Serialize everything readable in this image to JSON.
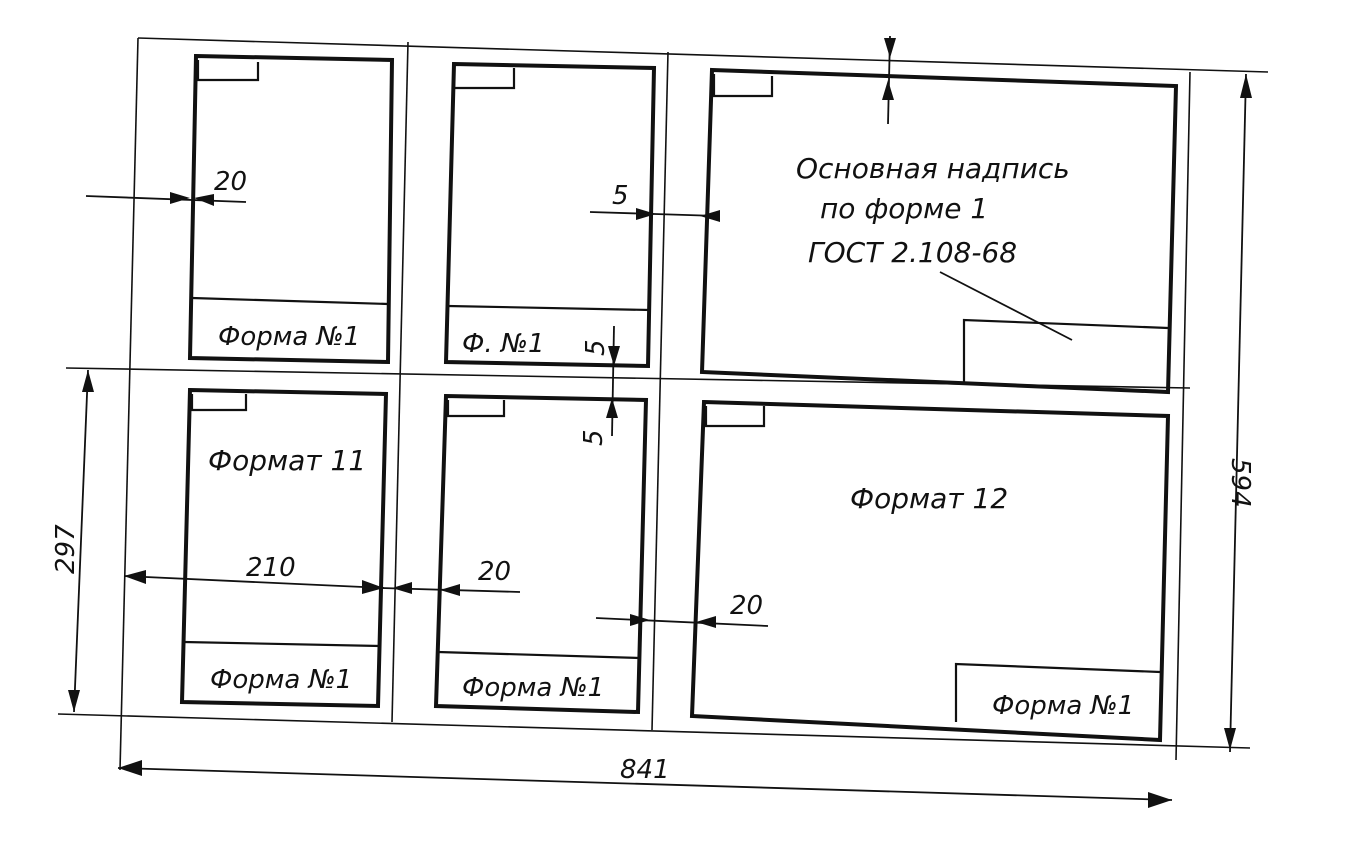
{
  "notes": {
    "title_block_line1": "Основная надпись",
    "title_block_line2": "по форме 1",
    "title_block_line3": "ГОСТ 2.108-68"
  },
  "labels": {
    "forma_1_a": "Форма №1",
    "forma_1_b": "Ф. №1",
    "forma_1_c": "Форма №1",
    "forma_1_d": "Форма №1",
    "forma_1_e": "Форма №1",
    "format_11": "Формат 11",
    "format_12": "Формат 12"
  },
  "dimensions": {
    "dim_20_top": "20",
    "dim_5_top": "5",
    "dim_5_mid_a": "5",
    "dim_5_mid_b": "5",
    "dim_210": "210",
    "dim_20_mid": "20",
    "dim_20_right": "20",
    "dim_297": "297",
    "dim_594": "594",
    "dim_841": "841"
  }
}
